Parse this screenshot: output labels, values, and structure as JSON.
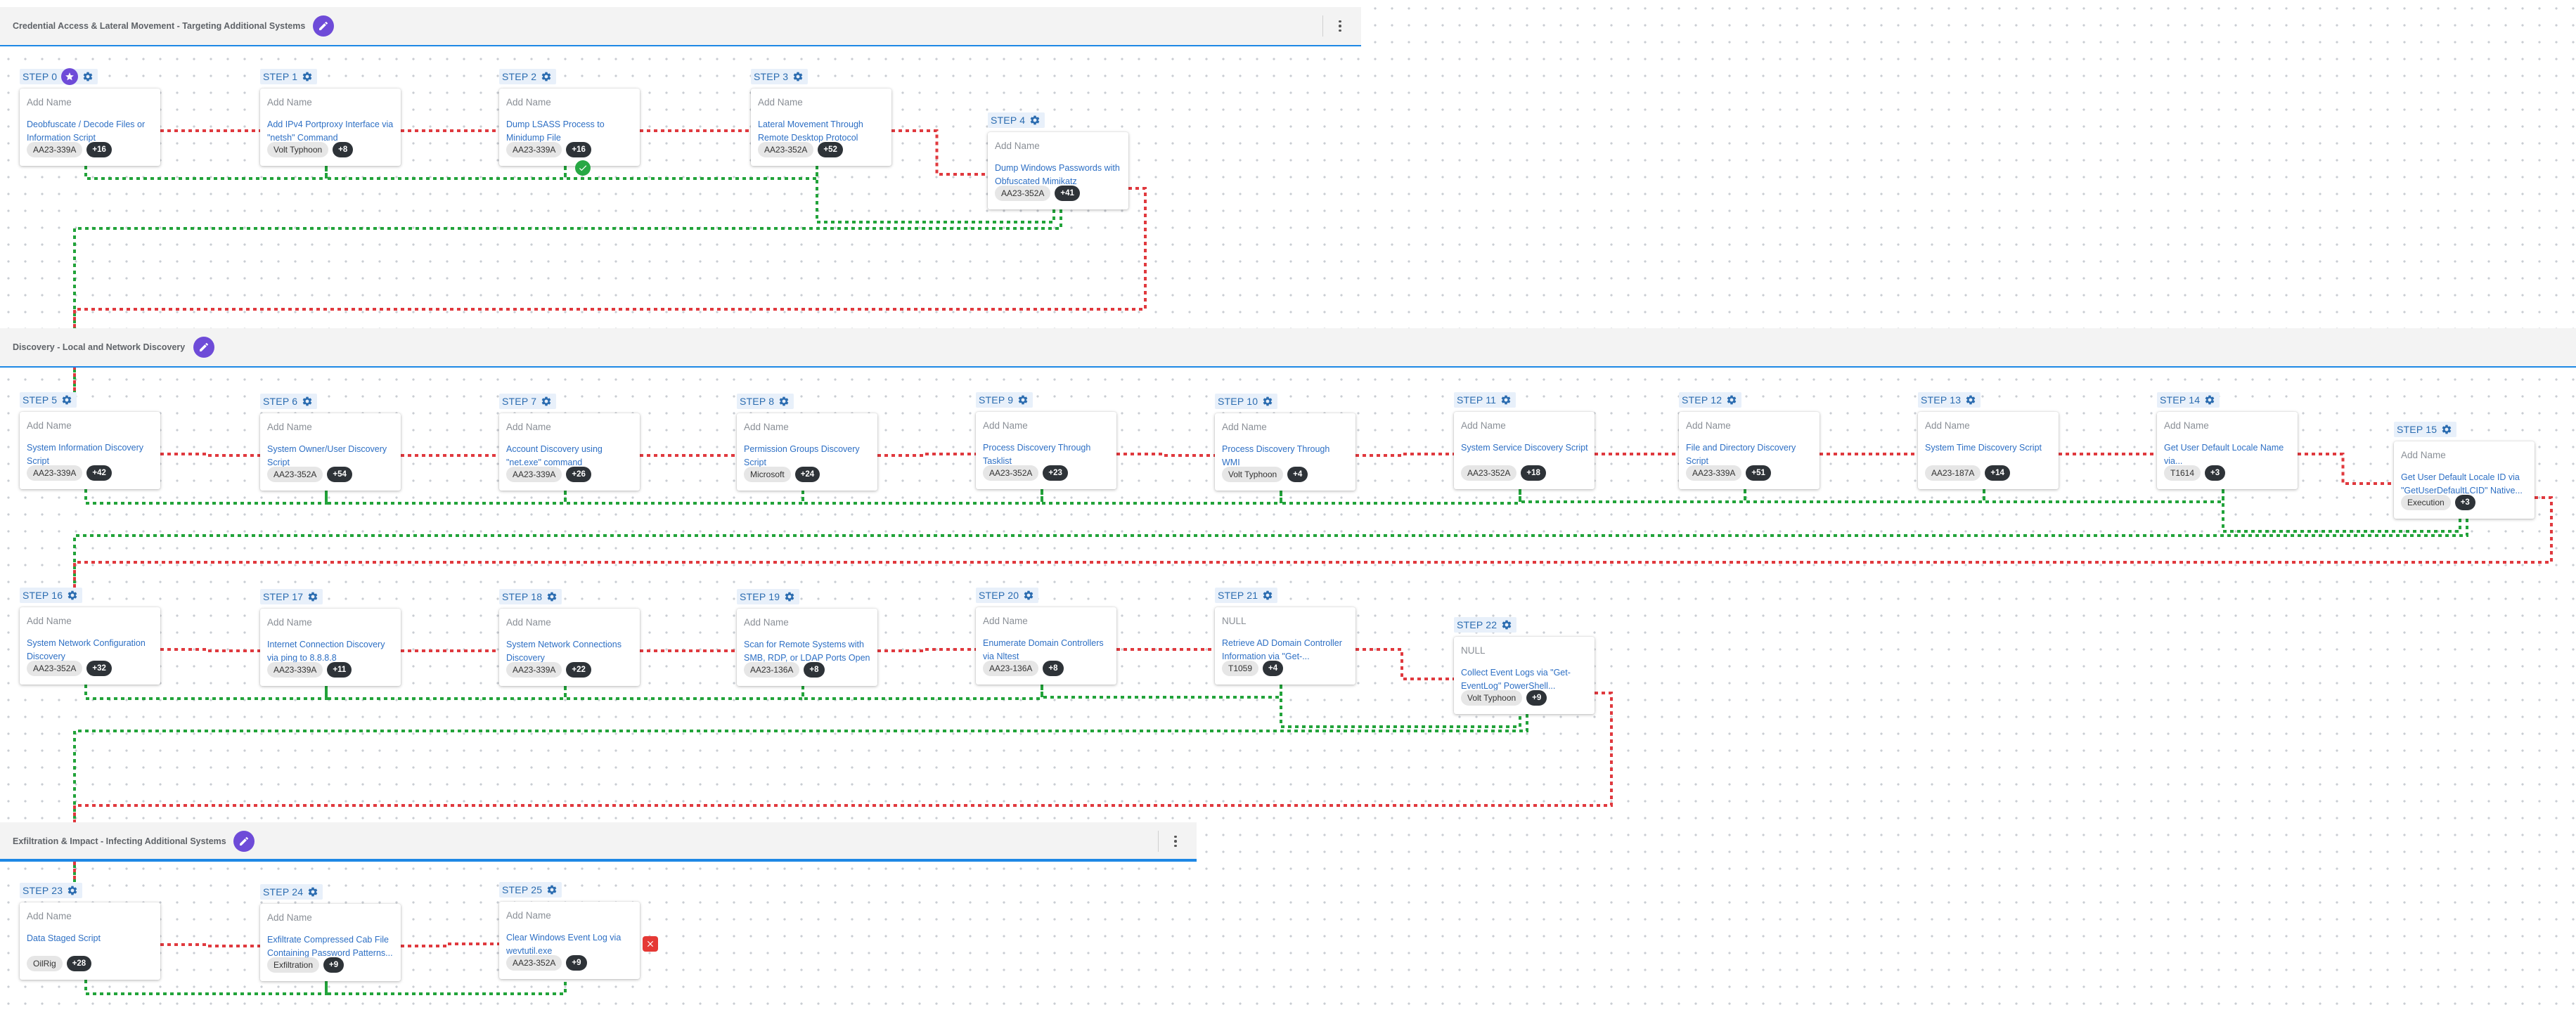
{
  "sections": [
    {
      "title": "Credential Access & Lateral Movement - Targeting Additional Systems"
    },
    {
      "title": "Discovery - Local and Network Discovery"
    },
    {
      "title": "Exfiltration & Impact - Infecting Additional Systems"
    }
  ],
  "steps": [
    {
      "label": "STEP 0",
      "name": "Add Name",
      "technique": "Deobfuscate / Decode Files or Information Script",
      "tag": "AA23-339A",
      "count": "+16",
      "starred": true
    },
    {
      "label": "STEP 1",
      "name": "Add Name",
      "technique": "Add IPv4 Portproxy Interface via \"netsh\" Command",
      "tag": "Volt Typhoon",
      "count": "+8"
    },
    {
      "label": "STEP 2",
      "name": "Add Name",
      "technique": "Dump LSASS Process to Minidump File",
      "tag": "AA23-339A",
      "count": "+16",
      "status": "ok"
    },
    {
      "label": "STEP 3",
      "name": "Add Name",
      "technique": "Lateral Movement Through Remote Desktop Protocol",
      "tag": "AA23-352A",
      "count": "+52"
    },
    {
      "label": "STEP 4",
      "name": "Add Name",
      "technique": "Dump Windows Passwords with Obfuscated Mimikatz",
      "tag": "AA23-352A",
      "count": "+41"
    },
    {
      "label": "STEP 5",
      "name": "Add Name",
      "technique": "System Information Discovery Script",
      "tag": "AA23-339A",
      "count": "+42"
    },
    {
      "label": "STEP 6",
      "name": "Add Name",
      "technique": "System Owner/User Discovery Script",
      "tag": "AA23-352A",
      "count": "+54"
    },
    {
      "label": "STEP 7",
      "name": "Add Name",
      "technique": "Account Discovery using \"net.exe\" command",
      "tag": "AA23-339A",
      "count": "+26"
    },
    {
      "label": "STEP 8",
      "name": "Add Name",
      "technique": "Permission Groups Discovery Script",
      "tag": "Microsoft",
      "count": "+24"
    },
    {
      "label": "STEP 9",
      "name": "Add Name",
      "technique": "Process Discovery Through Tasklist",
      "tag": "AA23-352A",
      "count": "+23"
    },
    {
      "label": "STEP 10",
      "name": "Add Name",
      "technique": "Process Discovery Through WMI",
      "tag": "Volt Typhoon",
      "count": "+4"
    },
    {
      "label": "STEP 11",
      "name": "Add Name",
      "technique": "System Service Discovery Script",
      "tag": "AA23-352A",
      "count": "+18"
    },
    {
      "label": "STEP 12",
      "name": "Add Name",
      "technique": "File and Directory Discovery Script",
      "tag": "AA23-339A",
      "count": "+51"
    },
    {
      "label": "STEP 13",
      "name": "Add Name",
      "technique": "System Time Discovery Script",
      "tag": "AA23-187A",
      "count": "+14"
    },
    {
      "label": "STEP 14",
      "name": "Add Name",
      "technique": "Get User Default Locale Name via...",
      "tag": "T1614",
      "count": "+3"
    },
    {
      "label": "STEP 15",
      "name": "Add Name",
      "technique": "Get User Default Locale ID via \"GetUserDefaultLCID\" Native...",
      "tag": "Execution",
      "count": "+3"
    },
    {
      "label": "STEP 16",
      "name": "Add Name",
      "technique": "System Network Configuration Discovery",
      "tag": "AA23-352A",
      "count": "+32"
    },
    {
      "label": "STEP 17",
      "name": "Add Name",
      "technique": "Internet Connection Discovery via ping to 8.8.8.8",
      "tag": "AA23-339A",
      "count": "+11"
    },
    {
      "label": "STEP 18",
      "name": "Add Name",
      "technique": "System Network Connections Discovery",
      "tag": "AA23-339A",
      "count": "+22"
    },
    {
      "label": "STEP 19",
      "name": "Add Name",
      "technique": "Scan for Remote Systems with SMB, RDP, or LDAP Ports Open",
      "tag": "AA23-136A",
      "count": "+8"
    },
    {
      "label": "STEP 20",
      "name": "Add Name",
      "technique": "Enumerate Domain Controllers via Nltest",
      "tag": "AA23-136A",
      "count": "+8"
    },
    {
      "label": "STEP 21",
      "name": "NULL",
      "technique": "Retrieve AD Domain Controller Information via \"Get-...",
      "tag": "T1059",
      "count": "+4"
    },
    {
      "label": "STEP 22",
      "name": "NULL",
      "technique": "Collect Event Logs via \"Get-EventLog\" PowerShell...",
      "tag": "Volt Typhoon",
      "count": "+9"
    },
    {
      "label": "STEP 23",
      "name": "Add Name",
      "technique": "Data Staged Script",
      "tag": "OilRig",
      "count": "+28"
    },
    {
      "label": "STEP 24",
      "name": "Add Name",
      "technique": "Exfiltrate Compressed Cab File Containing Password Patterns...",
      "tag": "Exfiltration",
      "count": "+9"
    },
    {
      "label": "STEP 25",
      "name": "Add Name",
      "technique": "Clear Windows Event Log via wevtutil.exe",
      "tag": "AA23-352A",
      "count": "+9",
      "status": "err"
    }
  ],
  "colors": {
    "success_link": "#22a33a",
    "failure_link": "#e0393e",
    "accent": "#6e4bd8",
    "section_border": "#1e88e5"
  }
}
